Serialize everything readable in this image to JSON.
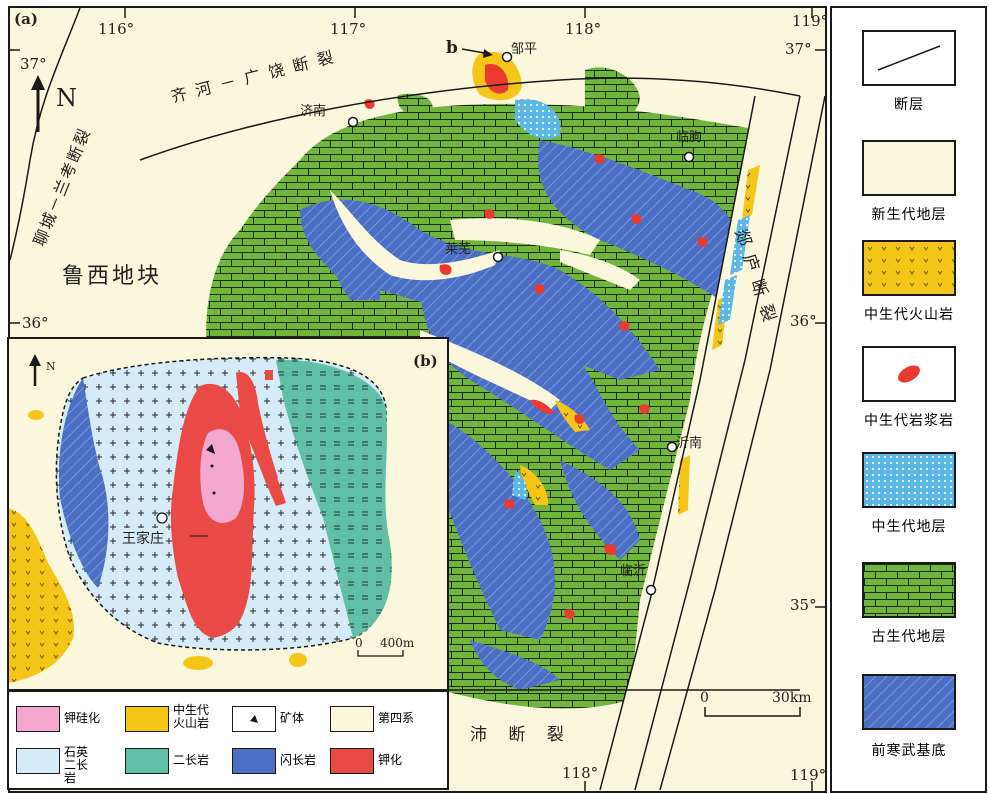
{
  "map": {
    "panel_a_tag": "(a)",
    "panel_b_tag": "(b)",
    "inset_marker": "b",
    "north": "N",
    "lon_ticks": [
      "116°",
      "117°",
      "118°",
      "119°",
      "118°",
      "119°"
    ],
    "lat_ticks": [
      "37°",
      "37°",
      "36°",
      "36°",
      "35°"
    ],
    "faults": {
      "qihe": "齐 河 － 广 饶 断 裂",
      "liaokao": "聊城－兰考断裂",
      "tanlu": "郯 庐 断 裂",
      "yi": "沛 断 裂"
    },
    "block": "鲁西地块",
    "cities": [
      "邹平",
      "济南",
      "临朐",
      "莱芜",
      "沂南",
      "临沂"
    ],
    "scale_a": {
      "zero": "0",
      "end": "30km"
    },
    "scale_b": {
      "zero": "0",
      "end": "400m"
    },
    "inset_place": "王家庄"
  },
  "legend_right": [
    {
      "label": "断层",
      "swatch": "fault"
    },
    {
      "label": "新生代地层",
      "swatch": "#fbf7dc"
    },
    {
      "label": "中生代火山岩",
      "swatch": "#f5c518"
    },
    {
      "label": "中生代岩浆岩",
      "swatch": "red-blob"
    },
    {
      "label": "中生代地层",
      "swatch": "#5cb6e6"
    },
    {
      "label": "古生代地层",
      "swatch": "#6fb63a"
    },
    {
      "label": "前寒武基底",
      "swatch": "#4a6fc4"
    }
  ],
  "legend_bottom": [
    {
      "label": "钾硅化",
      "color": "#f4a7cf"
    },
    {
      "label": "中生代火山岩",
      "color": "#f5c518"
    },
    {
      "label": "矿体",
      "color": "#ffffff"
    },
    {
      "label": "第四系",
      "color": "#fbf7dc"
    },
    {
      "label": "石英二长岩",
      "color": "#d5ecf8"
    },
    {
      "label": "二长岩",
      "color": "#5fbfa7"
    },
    {
      "label": "闪长岩",
      "color": "#4a6fc4"
    },
    {
      "label": "钾化",
      "color": "#ea4a45"
    }
  ]
}
